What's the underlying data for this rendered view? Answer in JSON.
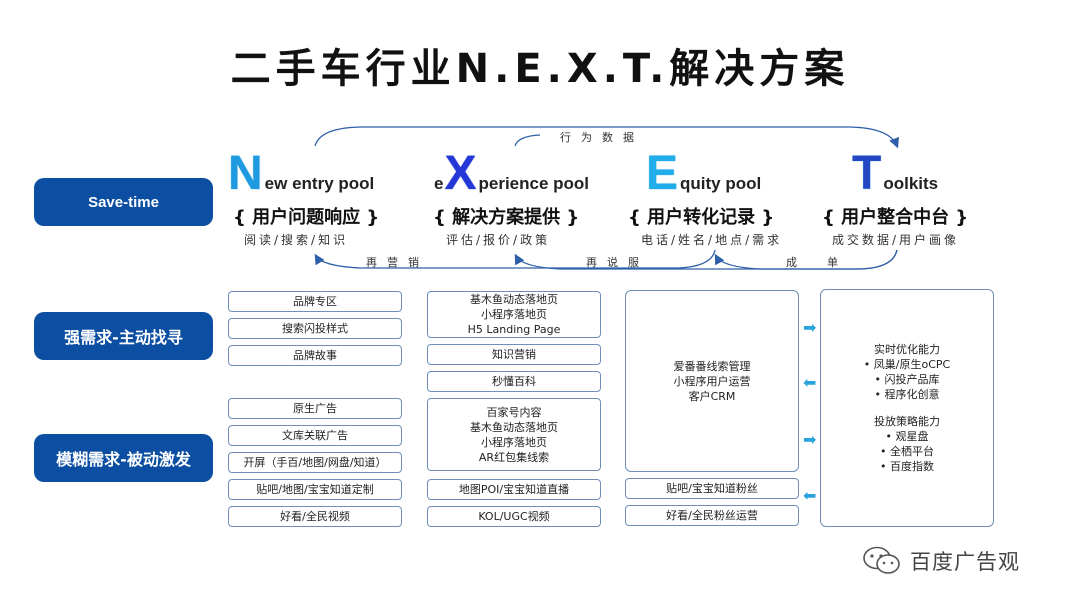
{
  "title": "二手车行业N.E.X.T.解决方案",
  "pills": {
    "save_time": "Save-time",
    "strong": "强需求-主动找寻",
    "vague": "模糊需求-被动激发"
  },
  "columns": [
    {
      "big": "N",
      "pre": "",
      "rest": "ew entry pool",
      "sub": "{ 用户问题响应 }",
      "desc": "阅读/搜索/知识"
    },
    {
      "big": "X",
      "pre": "e",
      "rest": "perience pool",
      "sub": "{ 解决方案提供 }",
      "desc": "评估/报价/政策"
    },
    {
      "big": "E",
      "pre": "",
      "rest": "quity pool",
      "sub": "{ 用户转化记录 }",
      "desc": "电话/姓名/地点/需求"
    },
    {
      "big": "T",
      "pre": "",
      "rest": "oolkits",
      "sub": "{ 用户整合中台 }",
      "desc": "成交数据/用户画像"
    }
  ],
  "arc_labels": {
    "top": "行为数据",
    "bottom1": "再营销",
    "bottom2": "再说服",
    "bottom3": "成单"
  },
  "col1": [
    "品牌专区",
    "搜索闪投样式",
    "品牌故事",
    "原生广告",
    "文库关联广告",
    "开屏（手百/地图/网盘/知道）",
    "贴吧/地图/宝宝知道定制",
    "好看/全民视频"
  ],
  "col2": {
    "box1": [
      "基木鱼动态落地页",
      "小程序落地页",
      "H5 Landing Page"
    ],
    "box2": "知识营销",
    "box3": "秒懂百科",
    "box4": [
      "百家号内容",
      "基木鱼动态落地页",
      "小程序落地页",
      "AR红包集线索"
    ],
    "box5": "地图POI/宝宝知道直播",
    "box6": "KOL/UGC视频"
  },
  "col3": {
    "big": [
      "爱番番线索管理",
      "小程序用户运营",
      "客户CRM"
    ],
    "box2": "贴吧/宝宝知道粉丝",
    "box3": "好看/全民粉丝运营"
  },
  "col4": {
    "h1": "实时优化能力",
    "items1": [
      "•  凤巢/原生oCPC",
      "•  闪投产品库",
      "•  程序化创意"
    ],
    "h2": "投放策略能力",
    "items2": [
      "•  观星盘",
      "•  全栖平台",
      "•  百度指数"
    ]
  },
  "watermark": "百度广告观",
  "colors": {
    "pill": "#0b4ea2",
    "arc": "#2e5fa8",
    "arrow": "#2aa3dc"
  }
}
